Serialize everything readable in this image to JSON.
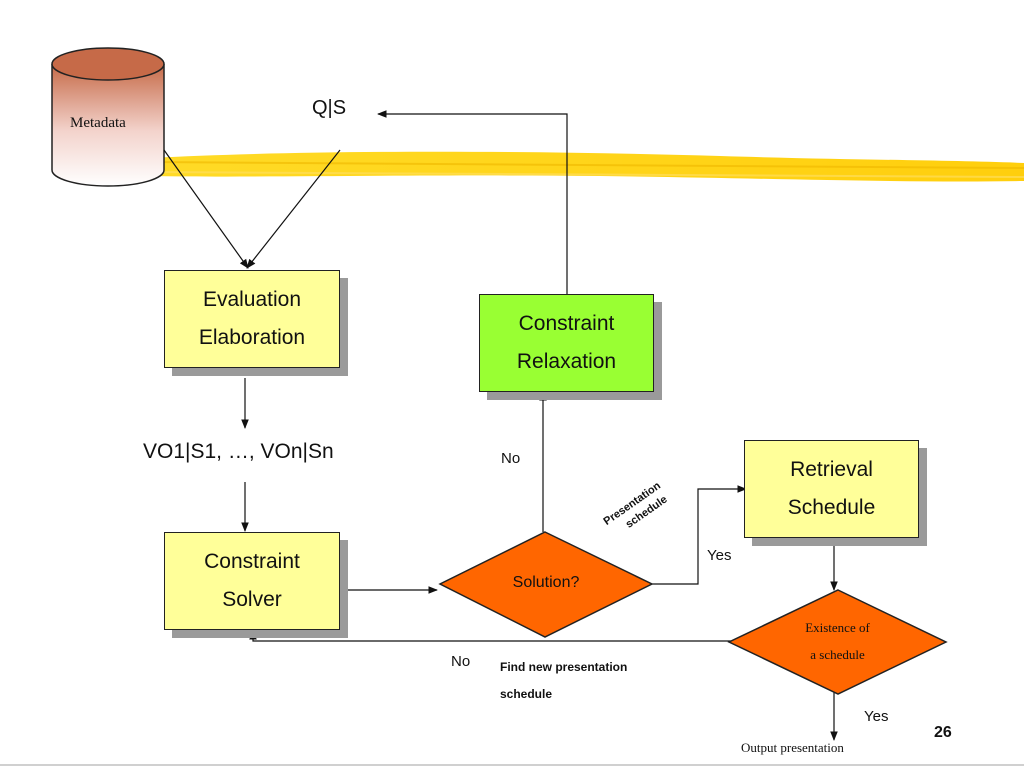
{
  "database": {
    "label": "Metadata"
  },
  "query": {
    "label": "Q|S"
  },
  "boxes": {
    "evaluation": {
      "line1": "Evaluation",
      "line2": "Elaboration"
    },
    "relaxation": {
      "line1": "Constraint",
      "line2": "Relaxation"
    },
    "solver": {
      "line1": "Constraint",
      "line2": "Solver"
    },
    "retrieval": {
      "line1": "Retrieval",
      "line2": "Schedule"
    }
  },
  "decisions": {
    "solution": {
      "label": "Solution?"
    },
    "existence": {
      "line1": "Existence of",
      "line2": "a schedule"
    }
  },
  "labels": {
    "vo_list": "VO1|S1, …, VOn|Sn",
    "no_top": "No",
    "no_bottom": "No",
    "yes_solution": "Yes",
    "yes_existence": "Yes",
    "presentation_line1": "Presentation",
    "presentation_line2": "schedule",
    "find_new_line1": "Find new presentation",
    "find_new_line2": "schedule",
    "output": "Output presentation"
  },
  "slide": {
    "page_number": "26"
  },
  "colors": {
    "process_box": "#ffff99",
    "relaxation_box": "#99ff33",
    "decision": "#ff6600",
    "highlighter": "#ffcc00",
    "database_top": "#c96a4a"
  }
}
